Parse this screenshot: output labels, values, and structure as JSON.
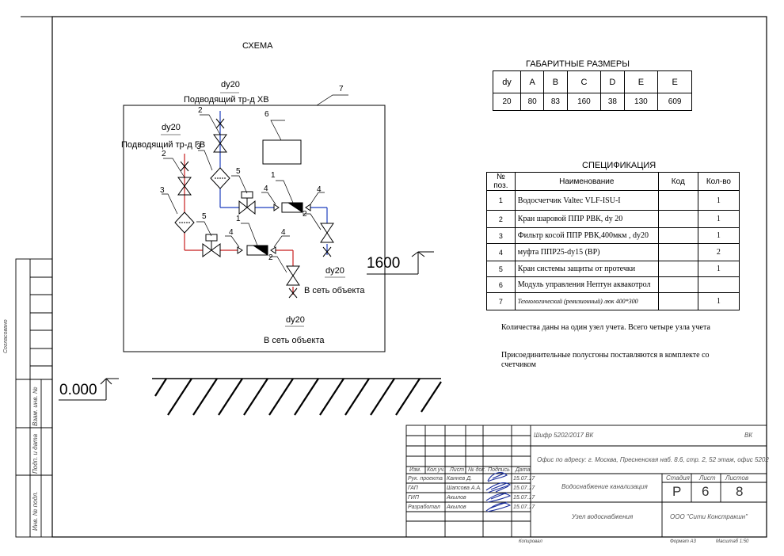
{
  "drawing": {
    "title": "СХЕМА",
    "cold_pipe": {
      "size": "dy20",
      "label": "Подводящий тр-д ХВ"
    },
    "hot_pipe": {
      "size": "dy20",
      "label": "Подводящий тр-д ГВ"
    },
    "outlet_right": {
      "size": "dy20",
      "label": "В сеть объекта"
    },
    "outlet_bottom": {
      "size": "dy20",
      "label": "В сеть объекта"
    },
    "callouts": {
      "c1": "1",
      "c2": "2",
      "c3": "3",
      "c4": "4",
      "c5": "5",
      "c6": "6",
      "c7": "7"
    },
    "level_mark": "1600",
    "ground_mark": "0.000"
  },
  "dimensions": {
    "title": "ГАБАРИТНЫЕ РАЗМЕРЫ",
    "headers": [
      "dy",
      "A",
      "B",
      "C",
      "D",
      "E",
      "E"
    ],
    "values": [
      "20",
      "80",
      "83",
      "160",
      "38",
      "130",
      "609"
    ]
  },
  "specification": {
    "title": "СПЕЦИФИКАЦИЯ",
    "headers": [
      "№ поз.",
      "Наименование",
      "Код",
      "Кол-во"
    ],
    "rows": [
      {
        "pos": "1",
        "name": "Водосчетчик  Valtec   VLF-ISU-I",
        "code": "",
        "qty": "1"
      },
      {
        "pos": "2",
        "name": "Кран шаровой ППР РВК, dy 20",
        "code": "",
        "qty": "1"
      },
      {
        "pos": "3",
        "name": "Фильтр косой ППР РВК,400мкм , dy20",
        "code": "",
        "qty": "1"
      },
      {
        "pos": "4",
        "name": "муфта ППР25-dy15 (ВР)",
        "code": "",
        "qty": "2"
      },
      {
        "pos": "5",
        "name": "Кран системы защиты от протечки",
        "code": "",
        "qty": "1"
      },
      {
        "pos": "6",
        "name": "Модуль управления Нептун аквакотрол",
        "code": "",
        "qty": ""
      },
      {
        "pos": "7",
        "name": "Технологический (ревизионный) люк 400*300",
        "code": "",
        "qty": "1"
      }
    ]
  },
  "notes": {
    "n1": "Количества даны на один узел учета. Всего четыре узла учета",
    "n2_line1": "Присоединительные полусгоны поставляются в комплекте со",
    "n2_line2": "счетчиком"
  },
  "title_block": {
    "code": "Шифр 5202/2017 ВК",
    "code_right": "ВК",
    "address": "Офис по адресу: г. Москва, Пресненская наб. 8.6, стр. 2, 52 этаж, офис 5202",
    "section": "Водоснабжение канализация",
    "sheet_title": "Узел водоснабжения",
    "company": "ООО \"Сити Констракшн\"",
    "stage_label": "Стадия",
    "sheet_label": "Лист",
    "sheets_label": "Листов",
    "stage": "Р",
    "sheet": "6",
    "sheets": "8",
    "col_headers": [
      "Изм.",
      "Кол.уч.",
      "Лист",
      "№ док.",
      "Подпись",
      "Дата"
    ],
    "people": [
      {
        "role": "Рук. проекта",
        "name": "Каннев Д.",
        "date": "15.07.17"
      },
      {
        "role": "ГАП",
        "name": "Шапсова А.А.",
        "date": "15.07.17"
      },
      {
        "role": "ГИП",
        "name": "Акылов",
        "date": "15.07.17"
      },
      {
        "role": "Разработал",
        "name": "Акылов",
        "date": "15.07.17"
      }
    ],
    "copied": "Копировал",
    "format": "Формат А3",
    "scale": "Масштаб 1:50"
  },
  "side_stamps": {
    "agreed": "Согласовано",
    "inv_replace": "Взам. инв. №",
    "sign_date": "Подп. и дата",
    "inv_orig": "Инв. № подл."
  }
}
